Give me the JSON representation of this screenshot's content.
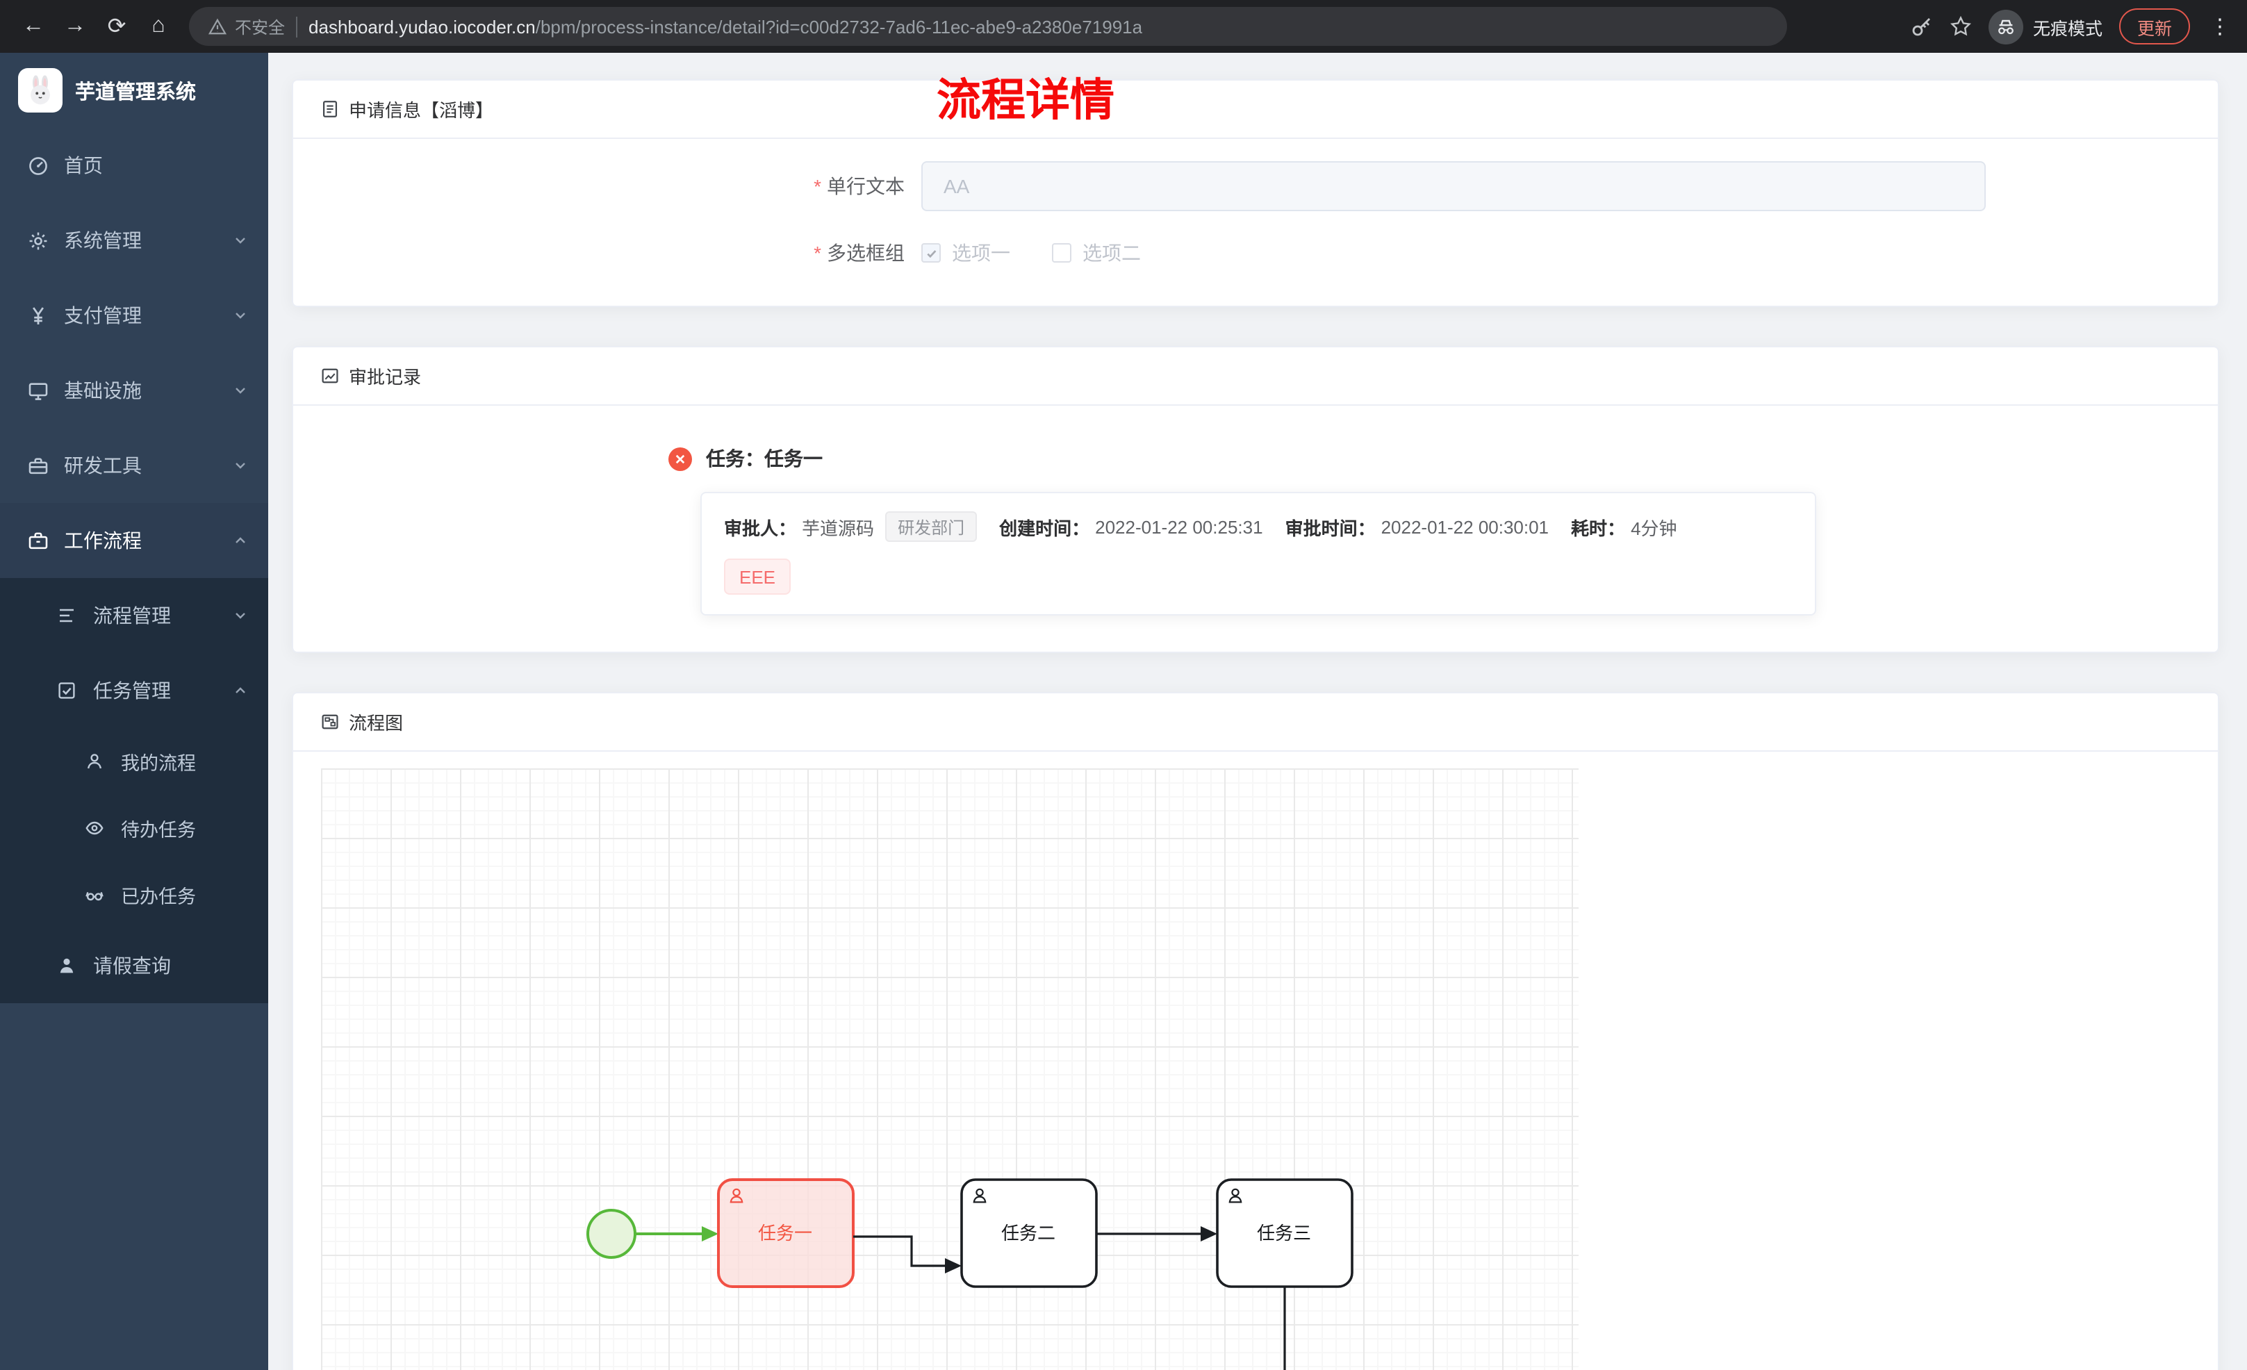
{
  "browser": {
    "security_label": "不安全",
    "url_domain": "dashboard.yudao.iocoder.cn",
    "url_path": "/bpm/process-instance/detail?id=c00d2732-7ad6-11ec-abe9-a2380e71991a",
    "incognito_label": "无痕模式",
    "update_label": "更新"
  },
  "sidebar": {
    "app_title": "芋道管理系统",
    "items": [
      {
        "label": "首页"
      },
      {
        "label": "系统管理"
      },
      {
        "label": "支付管理"
      },
      {
        "label": "基础设施"
      },
      {
        "label": "研发工具"
      },
      {
        "label": "工作流程"
      },
      {
        "label": "流程管理"
      },
      {
        "label": "任务管理"
      },
      {
        "label": "我的流程"
      },
      {
        "label": "待办任务"
      },
      {
        "label": "已办任务"
      },
      {
        "label": "请假查询"
      }
    ]
  },
  "page": {
    "title": "流程详情"
  },
  "apply_card": {
    "title": "申请信息【滔博】",
    "required_mark": "*",
    "field_text": {
      "label": "单行文本",
      "value": "AA"
    },
    "field_checkbox": {
      "label": "多选框组",
      "option1": "选项一",
      "option2": "选项二"
    }
  },
  "approval_card": {
    "title": "审批记录",
    "task_title": "任务：任务一",
    "approver_label": "审批人：",
    "approver_name": "芋道源码",
    "dept_tag": "研发部门",
    "created_label": "创建时间：",
    "created_time": "2022-01-22 00:25:31",
    "approved_label": "审批时间：",
    "approved_time": "2022-01-22 00:30:01",
    "duration_label": "耗时：",
    "duration_value": "4分钟",
    "result_tag": "EEE"
  },
  "diagram_card": {
    "title": "流程图",
    "tasks": [
      "任务一",
      "任务二",
      "任务三"
    ]
  },
  "colors": {
    "title_red": "#f50a0a",
    "task_highlight_border": "#f15044",
    "start_event_green": "#57b83a",
    "sidebar_bg": "#304156",
    "submenu_bg": "#1f2d3d",
    "danger_tag": "#f56c6c"
  }
}
